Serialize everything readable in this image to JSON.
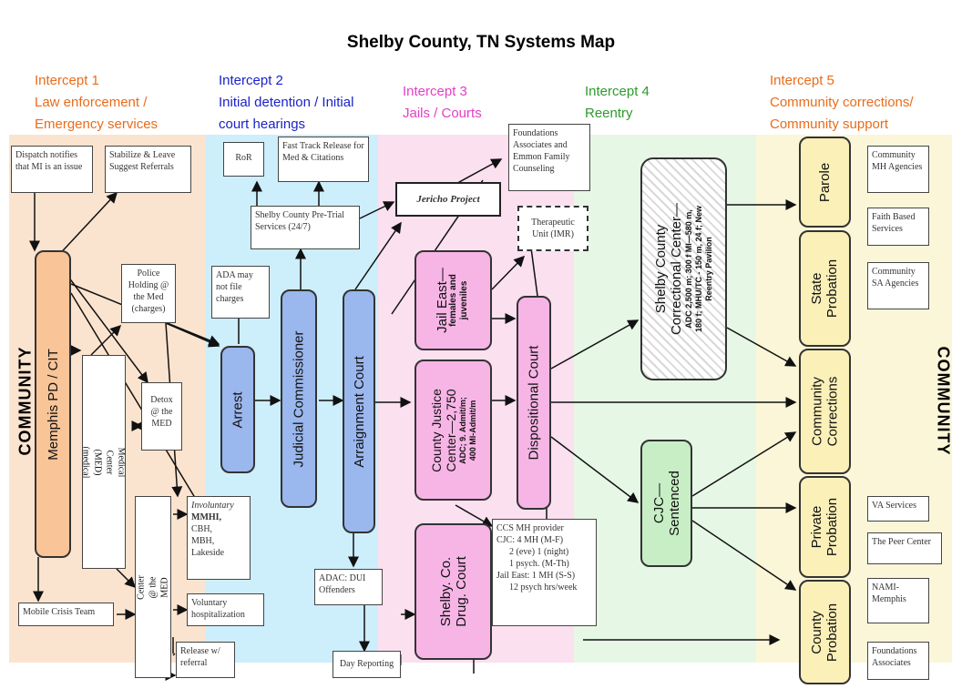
{
  "title": "Shelby County, TN Systems Map",
  "intercepts": {
    "i1": {
      "line1": "Intercept 1",
      "line2": "Law enforcement /",
      "line3": "Emergency services"
    },
    "i2": {
      "line1": "Intercept 2",
      "line2": "Initial detention / Initial",
      "line3": "court hearings"
    },
    "i3": {
      "line1": "Intercept 3",
      "line2": "Jails / Courts"
    },
    "i4": {
      "line1": "Intercept 4",
      "line2": "Reentry"
    },
    "i5": {
      "line1": "Intercept 5",
      "line2": "Community corrections/",
      "line3": "Community support"
    }
  },
  "community_left": "COMMUNITY",
  "community_right": "COMMUNITY",
  "boxes": {
    "dispatch": "Dispatch notifies that MI is an issue",
    "stabilize": "Stabilize & Leave Suggest Referrals",
    "police_holding": "Police Holding @ the Med (charges)",
    "rmc": "Regional Medical Center (MED) (medical clearance)",
    "detox": "Detox @ the MED",
    "lakeside": "Lakeside Triage Center @ the MED (no charges)",
    "mobile_crisis": "Mobile Crisis Team",
    "voluntary": "Voluntary hospitalization",
    "release": "Release w/ referral",
    "involuntary_title": "Involuntary",
    "involuntary_l1": "MMHI,",
    "involuntary_l2": "CBH,",
    "involuntary_l3": "MBH,",
    "involuntary_l4": "Lakeside",
    "ror": "RoR",
    "fast_track": "Fast Track Release for Med & Citations",
    "pretrial": "Shelby County Pre-Trial Services (24/7)",
    "ada": "ADA may not file charges",
    "jericho": "Jericho Project",
    "foundations_fc": "Foundations Associates and Emmon Family Counseling",
    "therapeutic": "Therapeutic Unit (IMR)",
    "adac": "ADAC: DUI Offenders",
    "day_reporting": "Day Reporting",
    "ccs_l1": "CCS MH provider",
    "ccs_l2": "CJC: 4 MH (M-F)",
    "ccs_l3": "2 (eve) 1 (night)",
    "ccs_l4": "1 psych. (M-Th)",
    "ccs_l5": "Jail East: 1 MH (S-S)",
    "ccs_l6": "12 psych hrs/week",
    "community_mh": "Community MH Agencies",
    "faith": "Faith Based Services",
    "community_sa": "Community SA Agencies",
    "va": "VA Services",
    "peer": "The Peer Center",
    "nami": "NAMI-Memphis",
    "foundations": "Foundations Associates"
  },
  "nodes": {
    "memphis": "Memphis PD / CIT",
    "arrest": "Arrest",
    "judicial": "Judicial Commissioner",
    "arraignment": "Arraignment Court",
    "jail_east_l1": "Jail East—",
    "jail_east_l2": "females and",
    "jail_east_l3": "juveniles",
    "cjc_l1": "County Justice",
    "cjc_l2": "Center—2,750",
    "cjc_l3": "ADC; 9. Admit/m;",
    "cjc_l4": "400 MI-Admit/m",
    "drug_court_l1": "Shelby. Co.",
    "drug_court_l2": "Drug. Court",
    "dispositional": "Dispositional Court",
    "scc_l1": "Shelby County",
    "scc_l2": "Correctional Center—",
    "scc_l3": "ADC 2,500 m; 300 f MI—580 m,",
    "scc_l4": "180 f; MHU/TC - 150 m, 24 f; New",
    "scc_l5": "Reentry Pavilion",
    "cjc_sent_l1": "CJC—",
    "cjc_sent_l2": "Sentenced",
    "parole": "Parole",
    "state_prob_l1": "State",
    "state_prob_l2": "Probation",
    "comm_corr_l1": "Community",
    "comm_corr_l2": "Corrections",
    "private_prob_l1": "Private",
    "private_prob_l2": "Probation",
    "county_prob_l1": "County",
    "county_prob_l2": "Probation"
  },
  "colors": {
    "intercept1": "#e96c1a",
    "intercept2": "#1b22c8",
    "intercept3": "#e43fc5",
    "intercept4": "#2e9a2e",
    "intercept5": "#e96c1a"
  }
}
